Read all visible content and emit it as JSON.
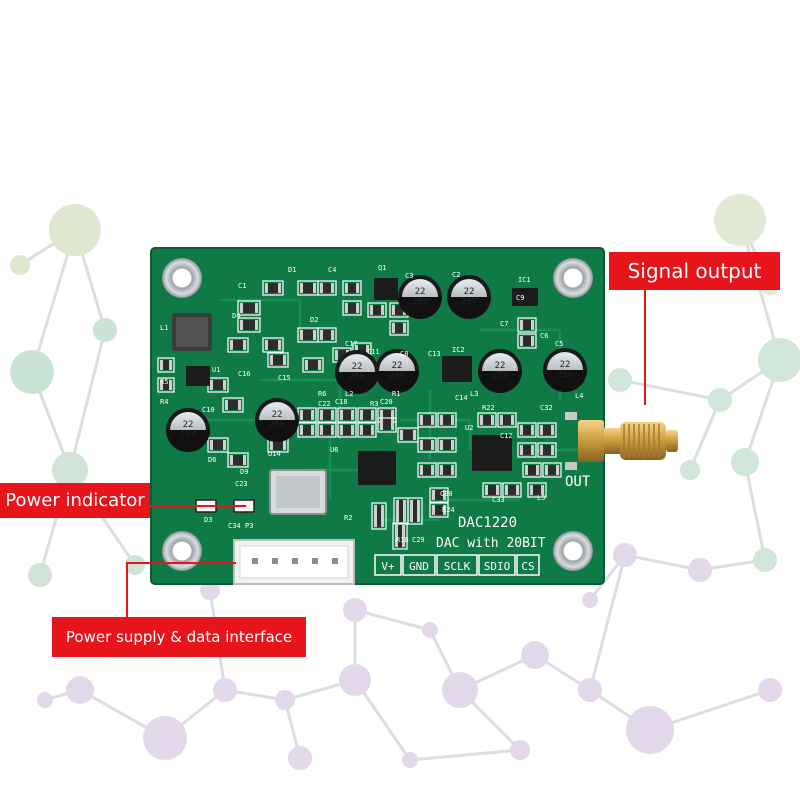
{
  "callouts": {
    "signal_output": "Signal output",
    "power_indicator": "Power indicator",
    "power_supply_data_interface": "Power supply & data interface"
  },
  "board": {
    "model": "DAC1220",
    "subtitle": "DAC with 20BIT",
    "out_label": "OUT",
    "pins": [
      "V+",
      "GND",
      "SCLK",
      "SDIO",
      "CS"
    ],
    "capacitor_label_top": "22",
    "capacitor_label_mid": "25V",
    "capacitor_label_bot": "VT",
    "designators": [
      "D1",
      "C4",
      "Q1",
      "C3",
      "C2",
      "IC1",
      "C1",
      "D4",
      "D2",
      "L1",
      "U1",
      "R5",
      "R4",
      "C10",
      "C16",
      "C15",
      "C17",
      "C11",
      "C13",
      "IC2",
      "C14",
      "C7",
      "C6",
      "C5",
      "C9",
      "C12",
      "C18",
      "C8",
      "D6",
      "U14",
      "U6",
      "U2",
      "R22",
      "C32",
      "L4",
      "P3",
      "D3",
      "R2",
      "R18",
      "C29",
      "C30",
      "R24",
      "C33",
      "L5",
      "C34",
      "D9",
      "C23",
      "C22",
      "C20",
      "R1",
      "R3",
      "R6",
      "L2",
      "L3"
    ]
  },
  "colors": {
    "pcb_green": "#0f7a45",
    "silkscreen": "#ffffff",
    "callout_red": "#e8141b",
    "sma_gold": "#c89b3c"
  }
}
